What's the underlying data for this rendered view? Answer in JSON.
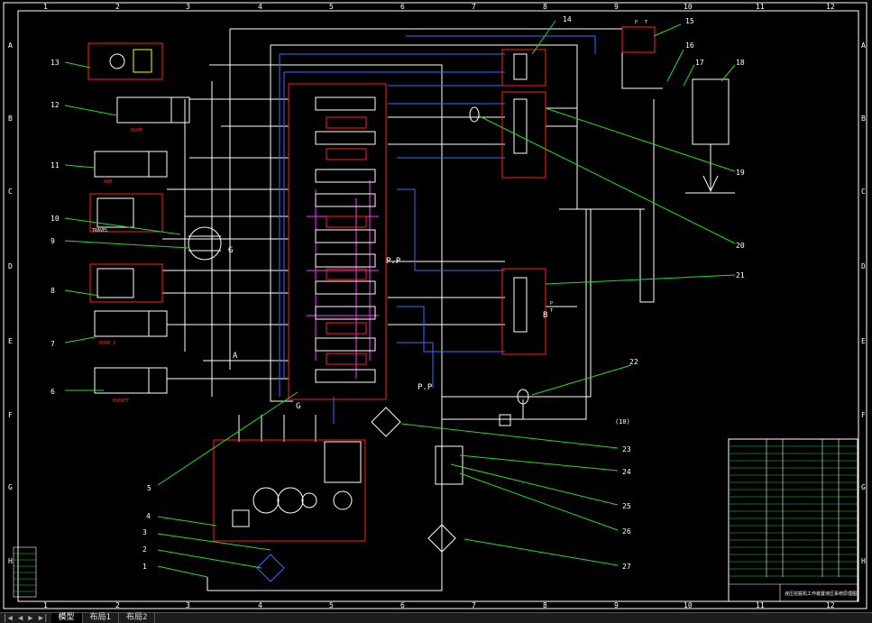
{
  "frame": {
    "col_labels": [
      "1",
      "2",
      "3",
      "4",
      "5",
      "6",
      "7",
      "8",
      "9",
      "10",
      "11",
      "12"
    ],
    "row_labels": [
      "A",
      "B",
      "C",
      "D",
      "E",
      "F",
      "G",
      "H"
    ]
  },
  "callouts": [
    "1",
    "2",
    "3",
    "4",
    "5",
    "6",
    "7",
    "8",
    "9",
    "10",
    "11",
    "12",
    "13",
    "14",
    "15",
    "16",
    "17",
    "18",
    "19",
    "20",
    "21",
    "22",
    "23",
    "24",
    "25",
    "26",
    "27"
  ],
  "component_labels": {
    "boom": "BOOM",
    "arm": "ARM",
    "travel": "TRAVEL",
    "boom1": "BOOM 1",
    "bucket": "BUCKET",
    "pp1": "P.P",
    "pp2": "P.P",
    "g1": "G",
    "g2": "G",
    "ten": "(10)",
    "p15": "P",
    "t15": "T",
    "p21": "P",
    "t21": "T",
    "a": "A",
    "b": "B"
  },
  "title_block": {
    "drawing_title": "液压挖掘机工作装置液压系统原理图"
  },
  "tabs": {
    "items": [
      "模型",
      "布局1",
      "布局2"
    ],
    "active": 0
  },
  "colors": {
    "background": "#000000",
    "line": "#ffffff",
    "red": "#ff2020",
    "blue": "#3a6bff",
    "green": "#22dd22",
    "magenta": "#ff33ff",
    "yellow": "#ffff00",
    "cyan": "#00ffff"
  }
}
